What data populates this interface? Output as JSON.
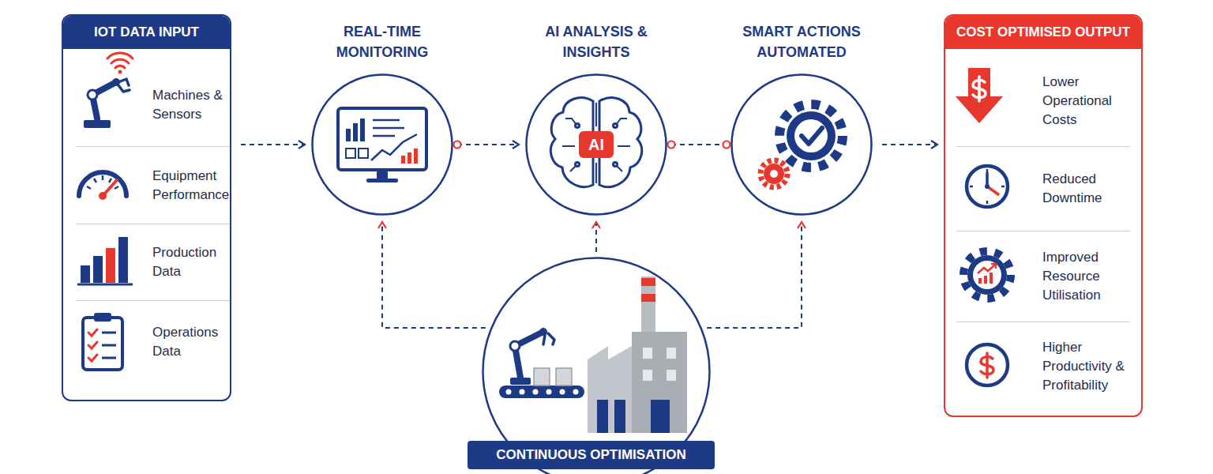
{
  "diagram": {
    "nodes": [
      {
        "text": [
          "IOT DATA INPUT"
        ]
      },
      {
        "text": [
          "Machines & Sensors"
        ],
        "in": 0
      },
      {
        "text": [
          "Equipment Performance"
        ],
        "in": 0
      },
      {
        "text": [
          "Production Data"
        ],
        "in": 0
      },
      {
        "text": [
          "Operations Data"
        ],
        "in": 0
      },
      {
        "text": [
          "REAL-TIME MONITORING"
        ]
      },
      {
        "text": [
          "AI ANALYSIS & INSIGHTS",
          "AI"
        ]
      },
      {
        "text": [
          "SMART ACTIONS AUTOMATED"
        ]
      },
      {
        "text": [
          "COST OPTIMISED OUTPUT"
        ]
      },
      {
        "text": [
          "Lower Operational Costs"
        ],
        "in": 8
      },
      {
        "text": [
          "Reduced Downtime"
        ],
        "in": 8
      },
      {
        "text": [
          "Improved Resource Utilisation"
        ],
        "in": 8
      },
      {
        "text": [
          "Higher Productivity & Profitability"
        ],
        "in": 8
      },
      {
        "text": [
          "CONTINUOUS OPTIMISATION"
        ]
      }
    ],
    "edges": [
      {
        "from": 0,
        "to": 5,
        "arrow": "to"
      },
      {
        "from": 5,
        "to": 6,
        "arrow": "to"
      },
      {
        "from": 6,
        "to": 7,
        "arrow": "none"
      },
      {
        "from": 7,
        "to": 8,
        "arrow": "to"
      },
      {
        "from": 13,
        "to": 5,
        "arrow": "to"
      },
      {
        "from": 13,
        "to": 6,
        "arrow": "to"
      },
      {
        "from": 13,
        "to": 7,
        "arrow": "to"
      }
    ]
  }
}
